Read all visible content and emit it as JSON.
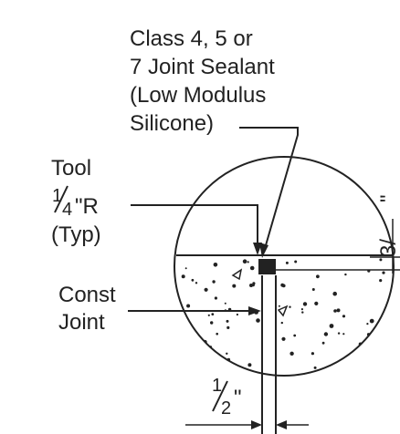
{
  "sealant_label": {
    "line1": "Class 4, 5 or",
    "line2": "7 Joint Sealant",
    "line3": "(Low Modulus",
    "line4": "Silicone)"
  },
  "tool_label": {
    "line1": "Tool",
    "radius_num": "1",
    "radius_den": "4",
    "radius_unit": "\"R",
    "line3": "(Typ)"
  },
  "joint_label": {
    "line1": "Const",
    "line2": "Joint"
  },
  "dim_bottom": {
    "num": "1",
    "den": "2",
    "unit": "\""
  },
  "dim_right": {
    "text": "3/"
  },
  "dim_right_unit": "\""
}
